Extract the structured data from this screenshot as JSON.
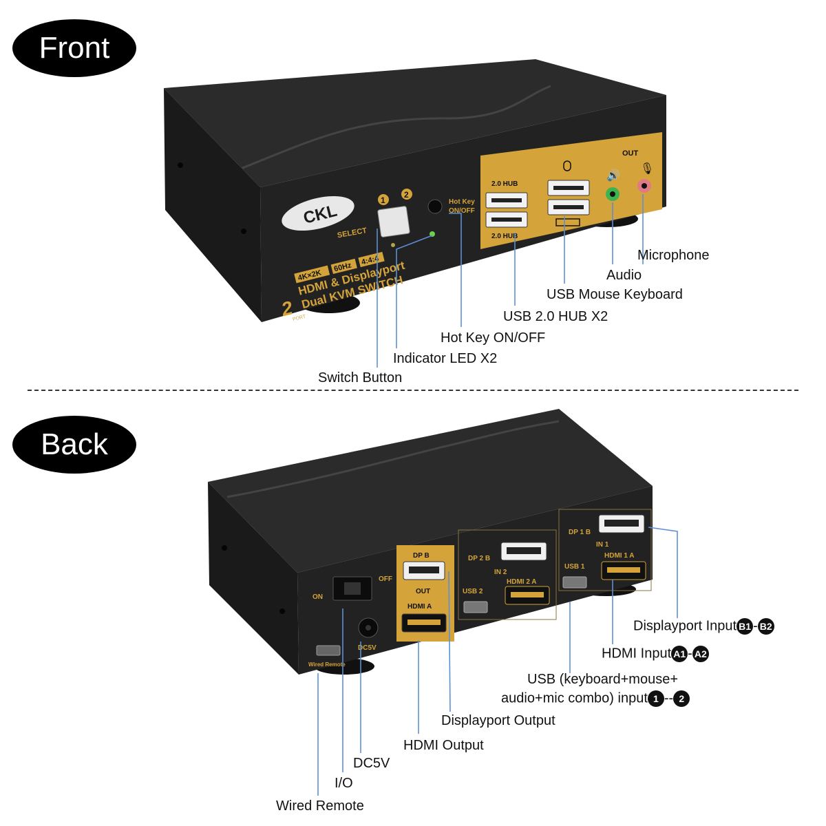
{
  "sections": {
    "front": "Front",
    "back": "Back"
  },
  "device_front": {
    "brand": "CKL",
    "sel1": "1",
    "sel2": "2",
    "select": "SELECT",
    "hotkey1": "Hot Key",
    "hotkey2": "ON/OFF",
    "spec_res": "4K×2K",
    "spec_hz": "60Hz",
    "spec_chroma": "4:4:4",
    "line1": "HDMI & Displayport",
    "line2": "Dual KVM SWITCH",
    "port_num": "2",
    "port_word": "PORT",
    "hub_top": "2.0 HUB",
    "hub_bottom": "2.0 HUB",
    "out": "OUT"
  },
  "device_back": {
    "on": "ON",
    "off": "OFF",
    "dc": "DC5V",
    "remote": "Wired Remote",
    "dp_b": "DP B",
    "out": "OUT",
    "hdmi_a": "HDMI A",
    "dp2b": "DP 2 B",
    "in2": "IN 2",
    "usb2": "USB 2",
    "hdmi2a": "HDMI 2 A",
    "dp1b": "DP 1 B",
    "in1": "IN 1",
    "usb1": "USB 1",
    "hdmi1a": "HDMI 1 A"
  },
  "front_callouts": {
    "microphone": "Microphone",
    "audio": "Audio",
    "usb_mouse": "USB Mouse Keyboard",
    "usb_hub": "USB 2.0 HUB X2",
    "hotkey": "Hot Key ON/OFF",
    "led": "Indicator LED X2",
    "switch": "Switch Button"
  },
  "back_callouts": {
    "dp_input": "Displayport Input",
    "dp_b1": "B1",
    "dp_sep": "-",
    "dp_b2": "B2",
    "hdmi_input": "HDMI Input",
    "hdmi_a1": "A1",
    "hdmi_sep": "-",
    "hdmi_a2": "A2",
    "usb_line1": "USB (keyboard+mouse+",
    "usb_line2": "audio+mic combo) input",
    "usb_n1": "1",
    "usb_sep": "--",
    "usb_n2": "2",
    "dp_output": "Displayport Output",
    "hdmi_output": "HDMI Output",
    "dc5v": "DC5V",
    "io": "I/O",
    "wired_remote": "Wired Remote"
  },
  "colors": {
    "panel_gold": "#d4a43a",
    "body_black": "#1b1b1b",
    "leader_blue": "#5b8fd6"
  }
}
